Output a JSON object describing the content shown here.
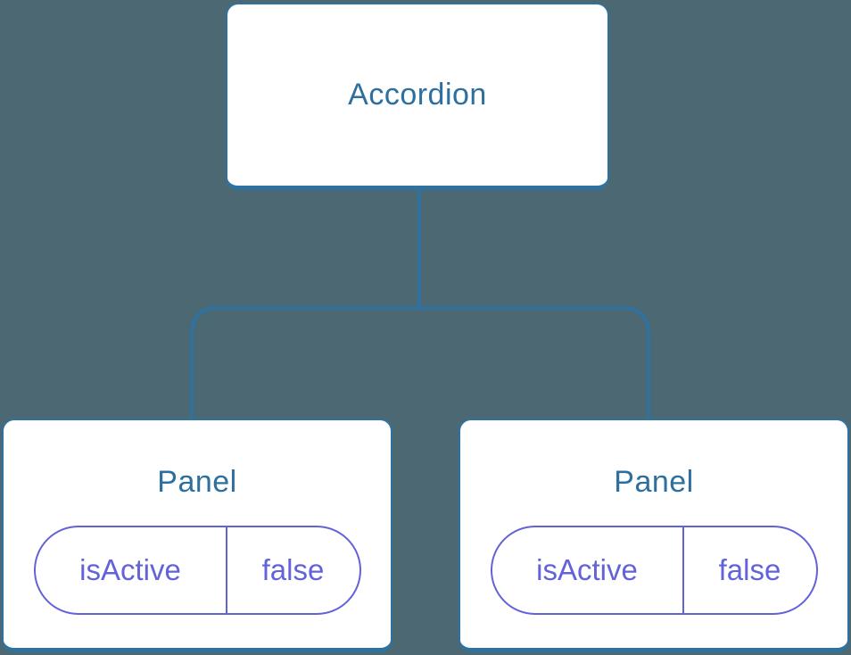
{
  "diagram": {
    "root": {
      "label": "Accordion"
    },
    "children": [
      {
        "label": "Panel",
        "state": {
          "key": "isActive",
          "value": "false"
        }
      },
      {
        "label": "Panel",
        "state": {
          "key": "isActive",
          "value": "false"
        }
      }
    ]
  },
  "colors": {
    "background": "#4C6872",
    "node_fill": "#FFFFFF",
    "node_border": "#2F72A0",
    "node_text": "#2D6F9E",
    "connector": "#2F72A0",
    "state_accent": "#6363D8"
  }
}
